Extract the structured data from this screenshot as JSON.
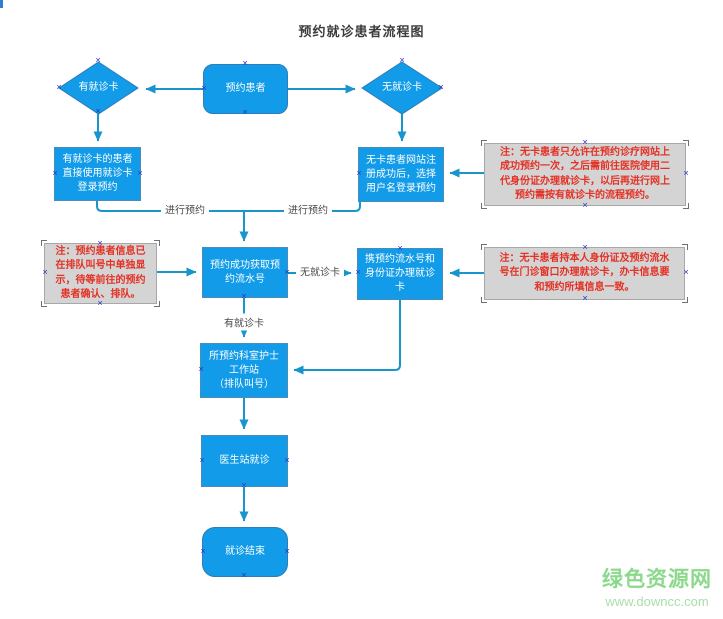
{
  "title": "预约就诊患者流程图",
  "colors": {
    "shape_fill": "#129be8",
    "shape_border": "#2e7cb8",
    "connector": "#1895cc",
    "note_bg": "#d4d4d4",
    "note_border": "#a8a8a8",
    "note_text": "#e43125",
    "handle": "#2b35cf",
    "watermark_name": "#8cd98c",
    "watermark_url": "#a9dfa9"
  },
  "nodes": {
    "patient": "预约患者",
    "has_card": "有就诊卡",
    "no_card": "无就诊卡",
    "has_card_login": "有就诊卡的患者\n直接使用就诊卡\n登录预约",
    "no_card_register": "无卡患者网站注\n册成功后，选择\n用户名登录预约",
    "get_serial": "预约成功获取预\n约流水号",
    "handle_card": "携预约流水号和\n身份证办理就诊\n卡",
    "nurse_station": "所预约科室护士\n工作站\n（排队叫号）",
    "doctor_visit": "医生站就诊",
    "end": "就诊结束"
  },
  "edge_labels": {
    "make_appointment_left": "进行预约",
    "make_appointment_right": "进行预约",
    "no_card": "无就诊卡",
    "has_card": "有就诊卡"
  },
  "notes": {
    "note1": "注：无卡患者只允许在预约诊疗网站上\n成功预约一次，之后需前往医院使用二\n代身份证办理就诊卡，以后再进行网上\n预约需按有就诊卡的流程预约。",
    "note2": "注：预约患者信息已\n在排队叫号中单独显\n示，待等前往的预约\n患者确认、排队。",
    "note3": "注：无卡患者持本人身份证及预约流水\n号在门诊窗口办理就诊卡，办卡信息要\n和预约所填信息一致。"
  },
  "watermark": {
    "site_name": "绿色资源网",
    "site_url": "www.downcc.com"
  }
}
